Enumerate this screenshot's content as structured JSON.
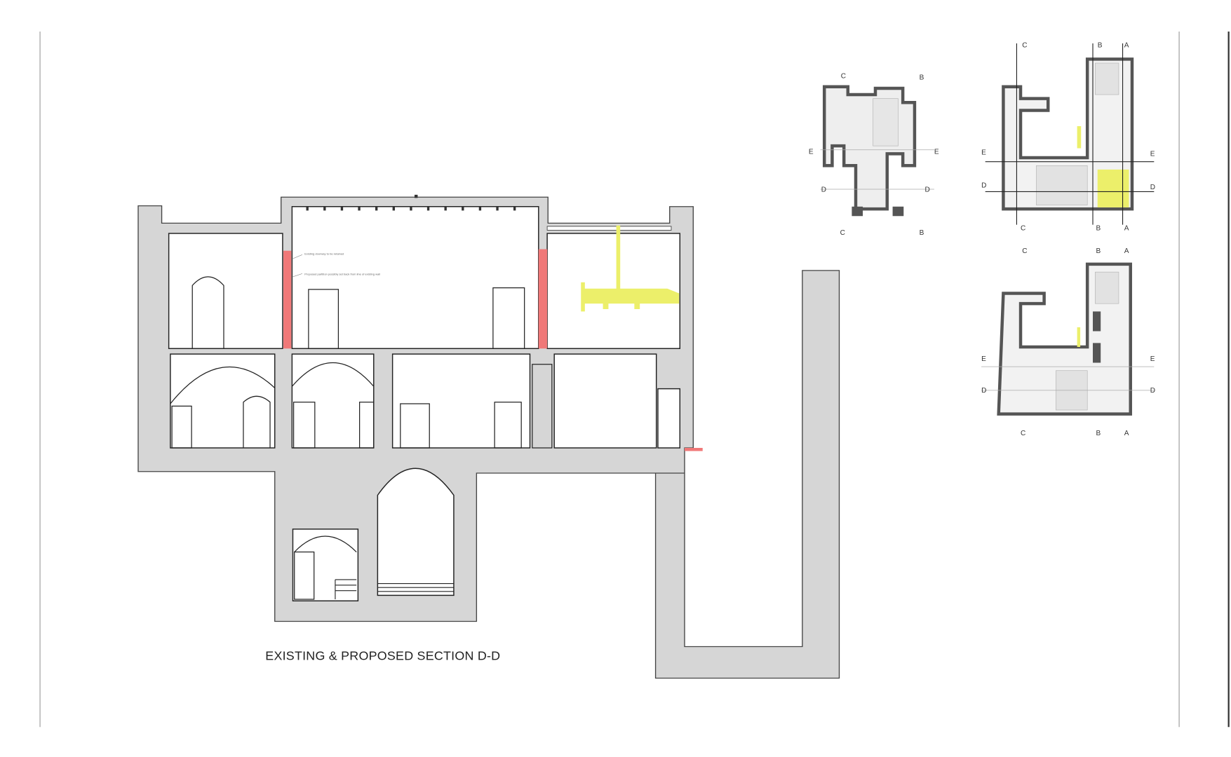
{
  "drawing": {
    "title": "EXISTING & PROPOSED SECTION D-D",
    "annotations": [
      "Existing doorway to be retained",
      "Proposed partition possibly set back from line of existing wall"
    ],
    "colors": {
      "wall_fill": "#d6d6d6",
      "proposed_red": "#f07878",
      "highlight_yellow": "#ecef6a",
      "plan_wall": "#555555"
    }
  },
  "plans": {
    "plan_1": {
      "labels": [
        "C",
        "B",
        "E",
        "E",
        "D",
        "D",
        "C",
        "B"
      ]
    },
    "plan_2": {
      "labels": [
        "C",
        "B",
        "A",
        "E",
        "E",
        "D",
        "D",
        "C",
        "B",
        "A"
      ]
    },
    "plan_3": {
      "labels": [
        "C",
        "B",
        "A",
        "E",
        "E",
        "D",
        "D",
        "C",
        "B",
        "A"
      ]
    }
  }
}
